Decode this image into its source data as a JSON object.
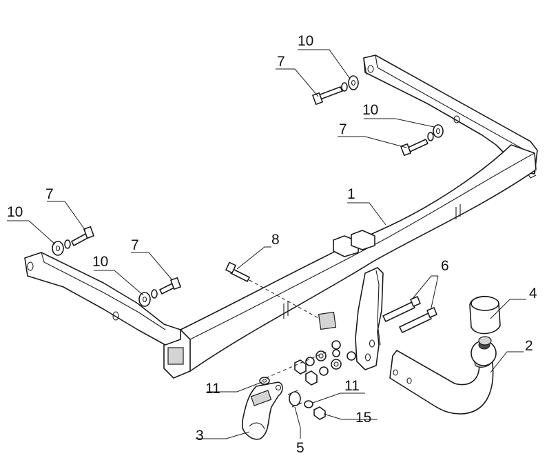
{
  "callouts": [
    {
      "id": "c1",
      "text": "1"
    },
    {
      "id": "c2",
      "text": "2"
    },
    {
      "id": "c3",
      "text": "3"
    },
    {
      "id": "c4",
      "text": "4"
    },
    {
      "id": "c5",
      "text": "5"
    },
    {
      "id": "c6",
      "text": "6"
    },
    {
      "id": "c7a",
      "text": "7"
    },
    {
      "id": "c7b",
      "text": "7"
    },
    {
      "id": "c7c",
      "text": "7"
    },
    {
      "id": "c7d",
      "text": "7"
    },
    {
      "id": "c8",
      "text": "8"
    },
    {
      "id": "c10a",
      "text": "10"
    },
    {
      "id": "c10b",
      "text": "10"
    },
    {
      "id": "c10c",
      "text": "10"
    },
    {
      "id": "c10d",
      "text": "10"
    },
    {
      "id": "c11a",
      "text": "11"
    },
    {
      "id": "c11b",
      "text": "11"
    },
    {
      "id": "c15",
      "text": "15"
    }
  ]
}
